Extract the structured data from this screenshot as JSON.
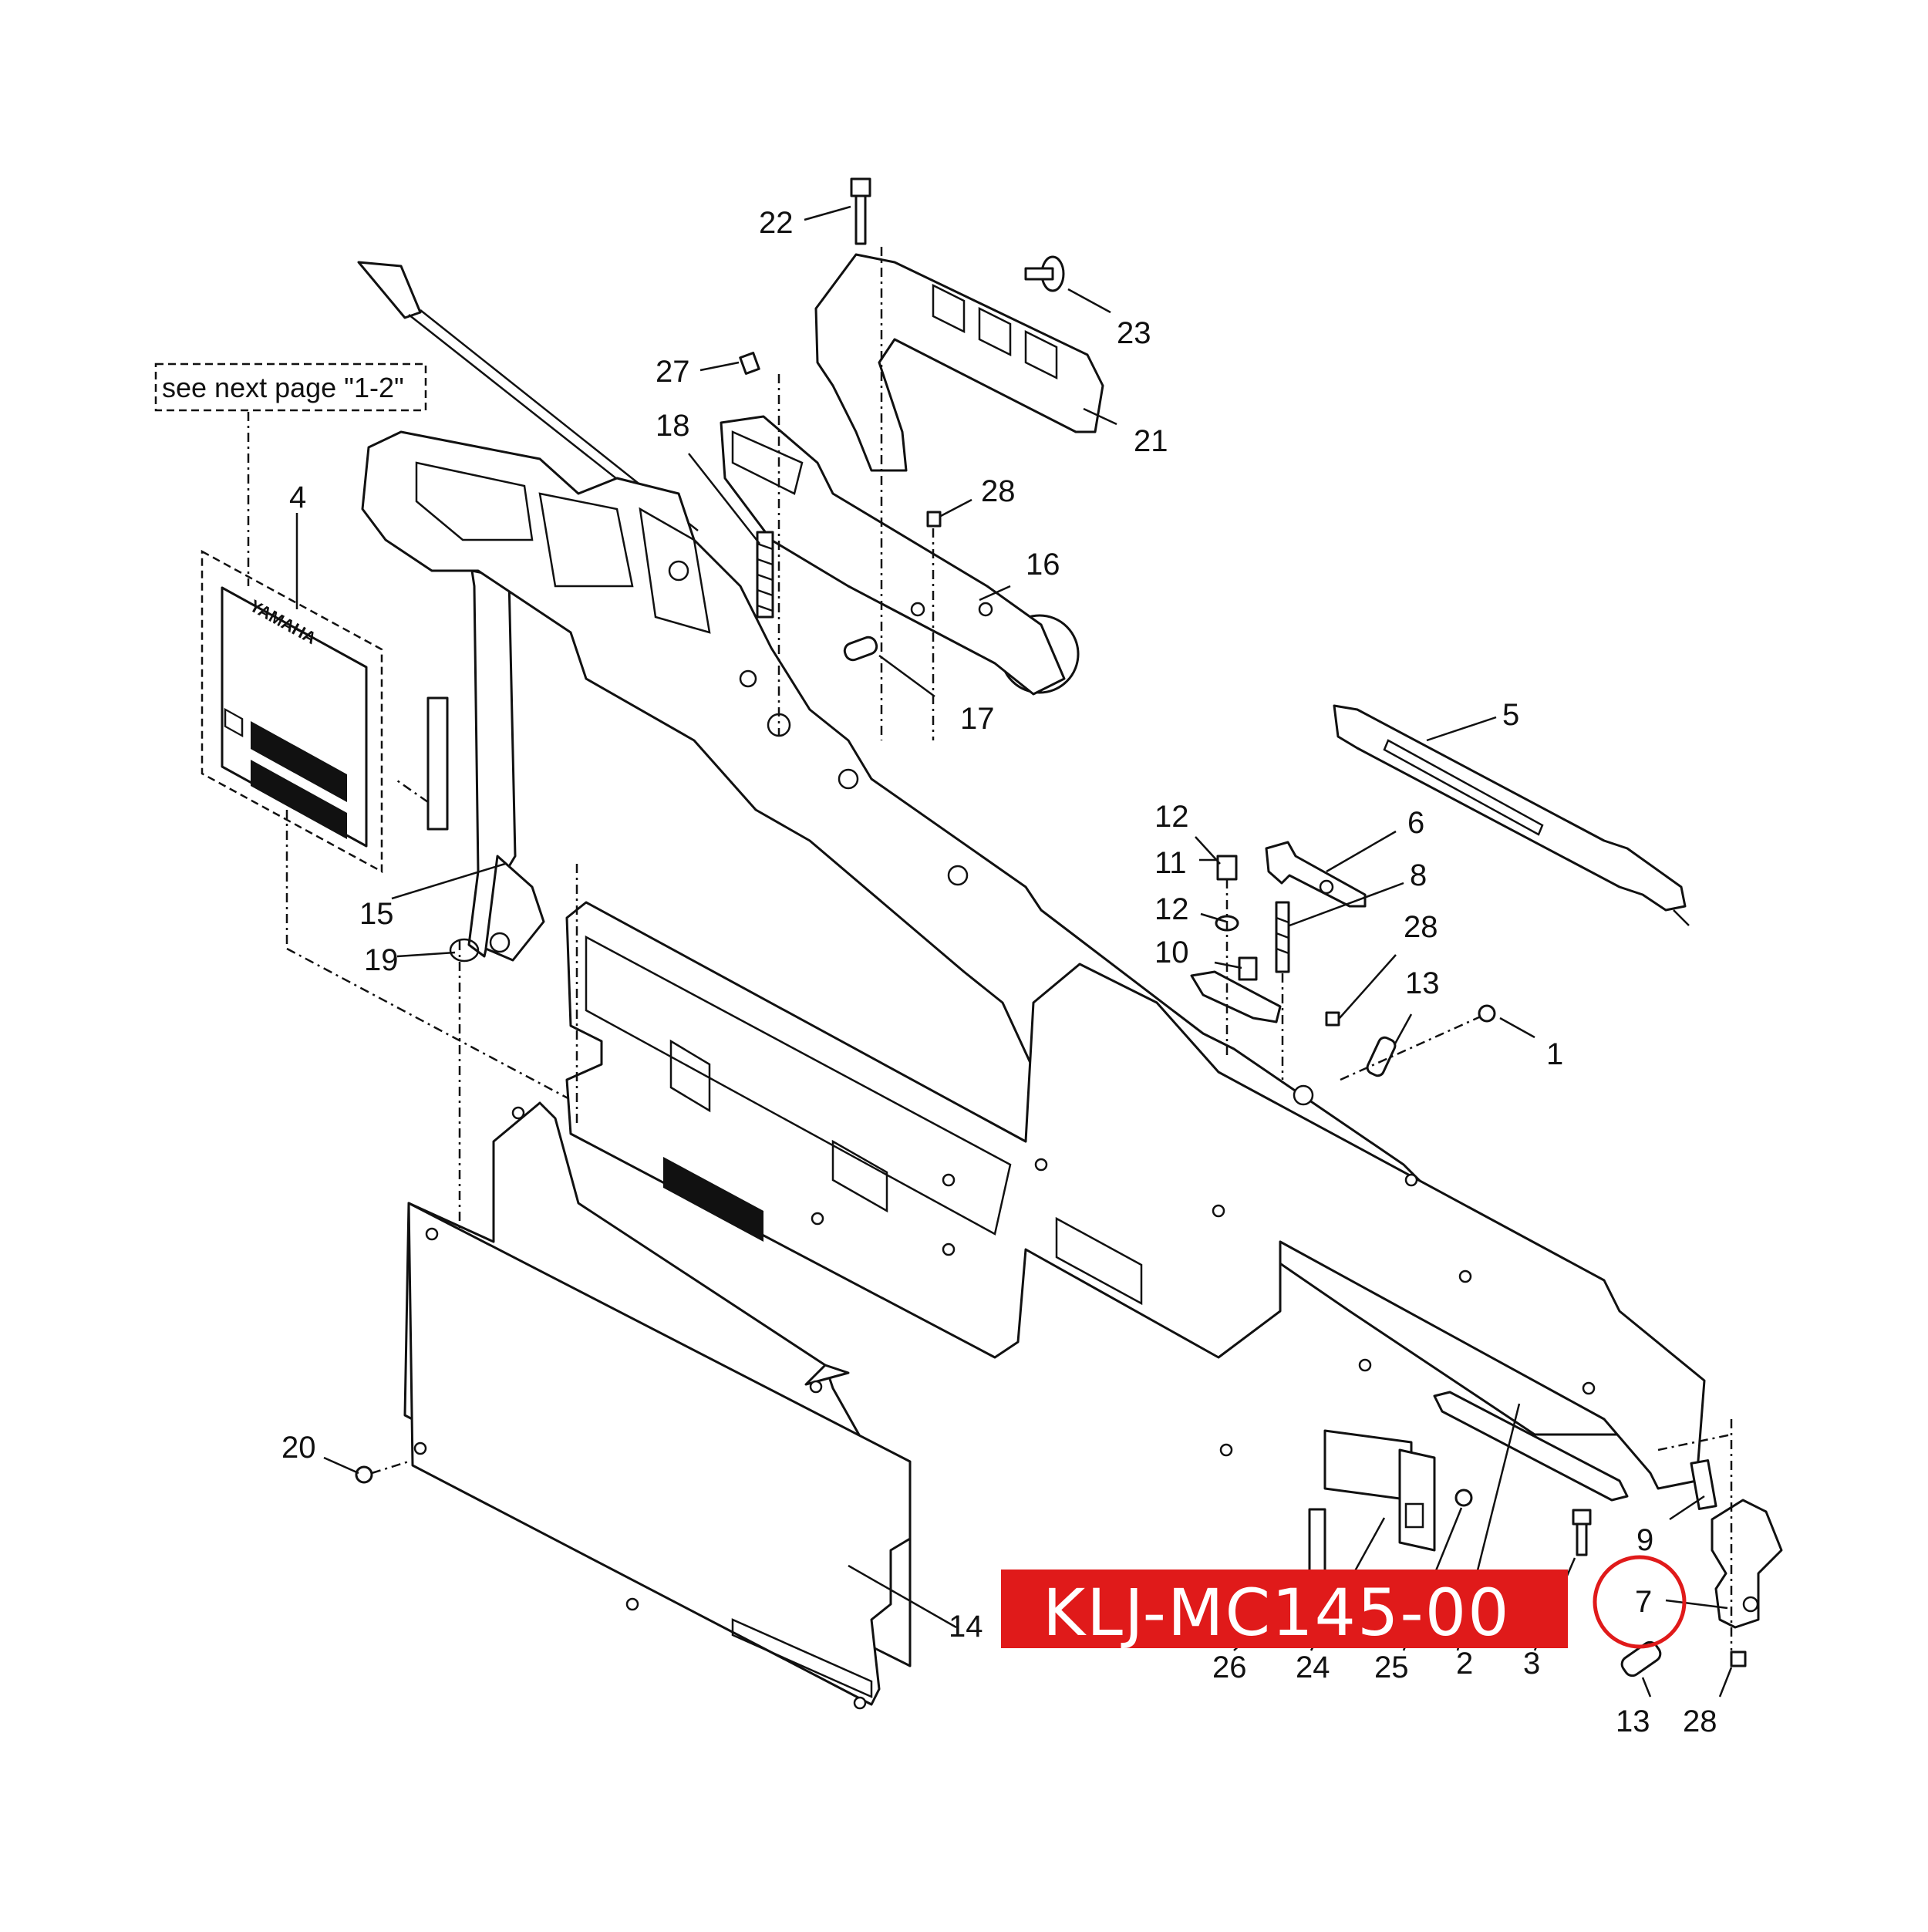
{
  "reference_note": "see next page \"1-2\"",
  "part_code": "KLJ-MC145-00",
  "colors": {
    "banner": "#e01a1a",
    "highlight_circle": "#e01a1a",
    "line": "#111111"
  },
  "label_plate": {
    "brand": "YAMAHA"
  },
  "callouts": [
    {
      "id": "c22",
      "text": "22"
    },
    {
      "id": "c23",
      "text": "23"
    },
    {
      "id": "c27",
      "text": "27"
    },
    {
      "id": "c21",
      "text": "21"
    },
    {
      "id": "c18",
      "text": "18"
    },
    {
      "id": "c28a",
      "text": "28"
    },
    {
      "id": "c4",
      "text": "4"
    },
    {
      "id": "c16",
      "text": "16"
    },
    {
      "id": "c17",
      "text": "17"
    },
    {
      "id": "c5",
      "text": "5"
    },
    {
      "id": "c12a",
      "text": "12"
    },
    {
      "id": "c6",
      "text": "6"
    },
    {
      "id": "c11",
      "text": "11"
    },
    {
      "id": "c8",
      "text": "8"
    },
    {
      "id": "c15",
      "text": "15"
    },
    {
      "id": "c12b",
      "text": "12"
    },
    {
      "id": "c28b",
      "text": "28"
    },
    {
      "id": "c19",
      "text": "19"
    },
    {
      "id": "c10",
      "text": "10"
    },
    {
      "id": "c13a",
      "text": "13"
    },
    {
      "id": "c1",
      "text": "1"
    },
    {
      "id": "c20",
      "text": "20"
    },
    {
      "id": "c9",
      "text": "9"
    },
    {
      "id": "c7",
      "text": "7"
    },
    {
      "id": "c14",
      "text": "14"
    },
    {
      "id": "c26",
      "text": "26"
    },
    {
      "id": "c24",
      "text": "24"
    },
    {
      "id": "c25",
      "text": "25"
    },
    {
      "id": "c2",
      "text": "2"
    },
    {
      "id": "c3",
      "text": "3"
    },
    {
      "id": "c13b",
      "text": "13"
    },
    {
      "id": "c28c",
      "text": "28"
    }
  ]
}
